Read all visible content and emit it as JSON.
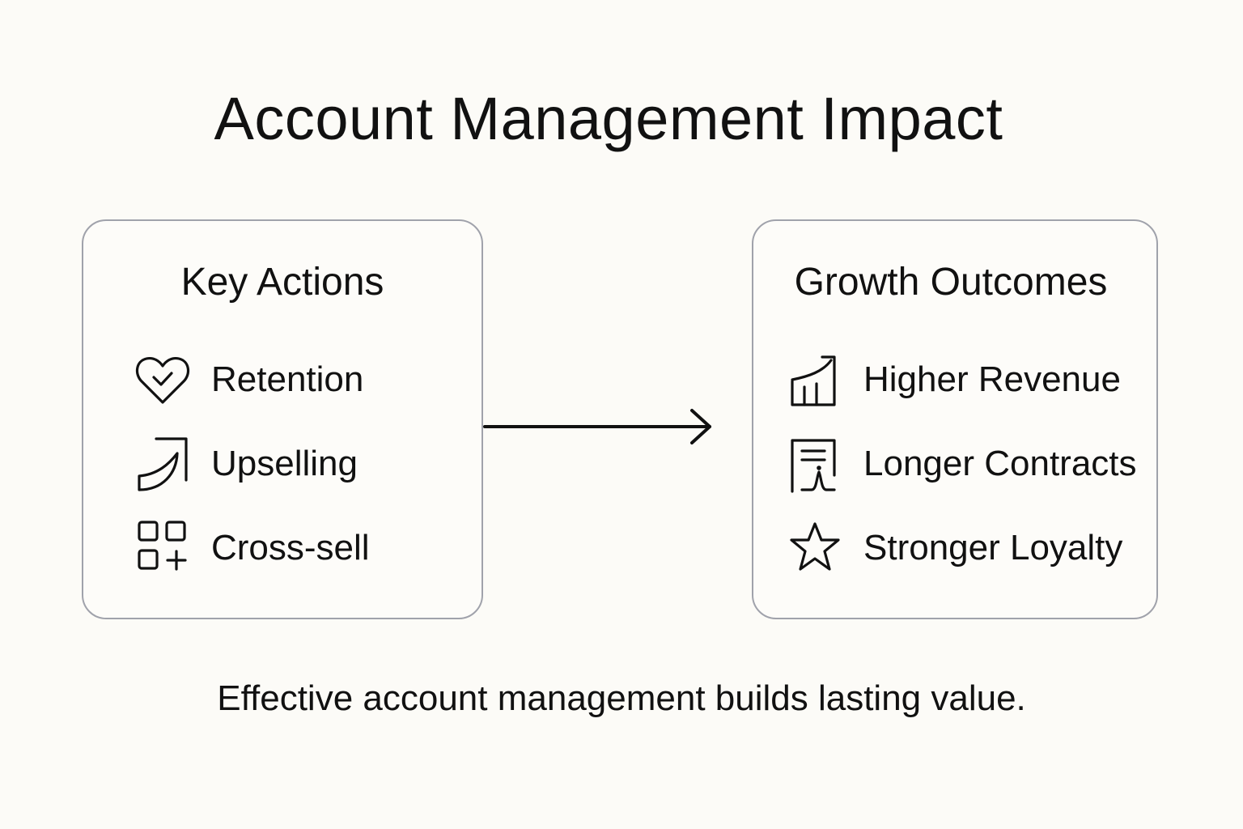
{
  "title": "Account Management Impact",
  "left_box": {
    "title": "Key Actions",
    "items": [
      {
        "label": "Retention",
        "icon": "heart-check-icon"
      },
      {
        "label": "Upselling",
        "icon": "upsell-arrow-icon"
      },
      {
        "label": "Cross-sell",
        "icon": "grid-plus-icon"
      }
    ]
  },
  "right_box": {
    "title": "Growth Outcomes",
    "items": [
      {
        "label": "Higher Revenue",
        "icon": "bar-chart-growth-icon"
      },
      {
        "label": "Longer Contracts",
        "icon": "contract-signature-icon"
      },
      {
        "label": "Stronger Loyalty",
        "icon": "star-icon"
      }
    ]
  },
  "connector": {
    "direction": "right",
    "icon": "arrow-right-icon"
  },
  "caption": "Effective account management builds lasting value.",
  "colors": {
    "background": "#fcfbf7",
    "box_border": "#a0a2ab",
    "text": "#111111"
  }
}
